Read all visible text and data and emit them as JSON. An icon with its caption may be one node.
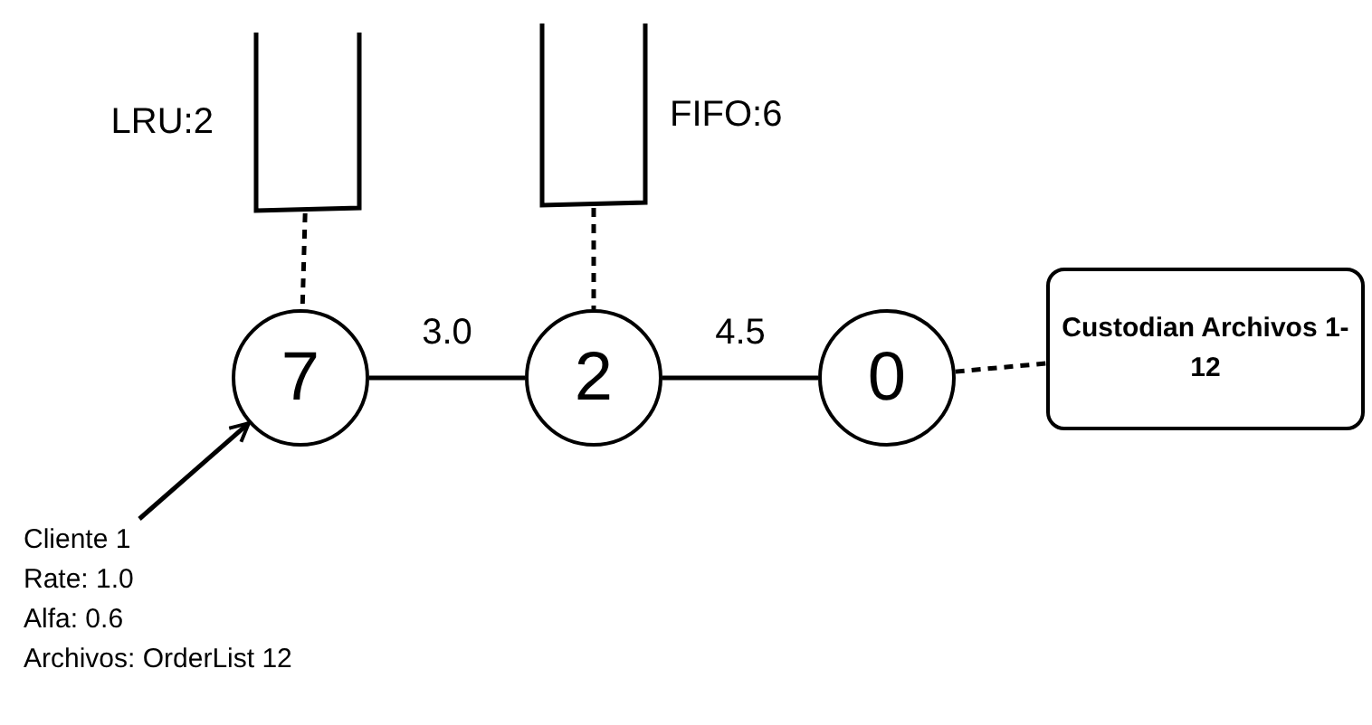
{
  "diagram": {
    "nodes": [
      {
        "text": [],
        "shape": "box",
        "beside": [
          "LRU:2"
        ]
      },
      {
        "text": [],
        "shape": "box",
        "beside": [
          "FIFO:6"
        ]
      },
      {
        "text": [
          "7"
        ]
      },
      {
        "text": [
          "2"
        ]
      },
      {
        "text": [
          "0"
        ]
      },
      {
        "text": [
          "Custodian Archivos 1- 12"
        ]
      },
      {
        "text": [
          "Cliente 1",
          "Rate: 1.0",
          "Alfa: 0.6",
          "Archivos: OrderList 12"
        ]
      }
    ],
    "edges": [
      {
        "from": 0,
        "to": 2,
        "arrow": "none",
        "style": "dashed"
      },
      {
        "from": 1,
        "to": 3,
        "arrow": "none",
        "style": "dashed"
      },
      {
        "from": 2,
        "to": 3,
        "arrow": "none",
        "label": "3.0"
      },
      {
        "from": 3,
        "to": 4,
        "arrow": "none",
        "label": "4.5"
      },
      {
        "from": 4,
        "to": 5,
        "arrow": "none",
        "style": "dashed"
      },
      {
        "from": 6,
        "to": 2,
        "arrow": "to"
      }
    ]
  }
}
